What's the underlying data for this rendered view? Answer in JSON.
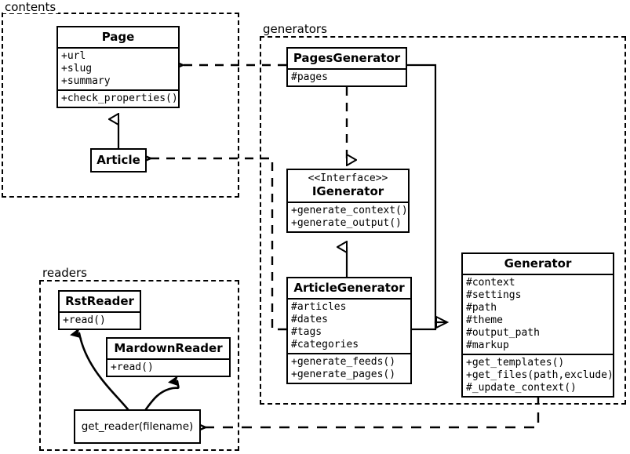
{
  "diagram": {
    "title": "Pelican architecture UML class diagram",
    "stroke_color": "#000000",
    "background_color": "#ffffff"
  },
  "packages": [
    {
      "name": "contents",
      "label": "contents"
    },
    {
      "name": "generators",
      "label": "generators"
    },
    {
      "name": "readers",
      "label": "readers"
    }
  ],
  "classes": {
    "page": {
      "name": "Page",
      "attributes": [
        "+url",
        "+slug",
        "+summary"
      ],
      "operations": [
        "+check_properties()"
      ]
    },
    "article": {
      "name": "Article",
      "attributes": [],
      "operations": []
    },
    "pages_generator": {
      "name": "PagesGenerator",
      "attributes": [
        "#pages"
      ],
      "operations": []
    },
    "igenerator": {
      "stereotype": "<<Interface>>",
      "name": "IGenerator",
      "attributes": [],
      "operations": [
        "+generate_context()",
        "+generate_output()"
      ]
    },
    "article_generator": {
      "name": "ArticleGenerator",
      "attributes": [
        "#articles",
        "#dates",
        "#tags",
        "#categories"
      ],
      "operations": [
        "+generate_feeds()",
        "+generate_pages()"
      ]
    },
    "generator": {
      "name": "Generator",
      "attributes": [
        "#context",
        "#settings",
        "#path",
        "#theme",
        "#output_path",
        "#markup"
      ],
      "operations": [
        "+get_templates()",
        "+get_files(path,exclude)",
        "#_update_context()"
      ]
    },
    "rst_reader": {
      "name": "RstReader",
      "attributes": [],
      "operations": [
        "+read()"
      ]
    },
    "mardown_reader": {
      "name": "MardownReader",
      "attributes": [],
      "operations": [
        "+read()"
      ]
    },
    "get_reader": {
      "name": "get_reader(filename)"
    }
  },
  "relations": [
    {
      "name": "article-inherits-page",
      "type": "generalization",
      "from": "Article",
      "to": "Page"
    },
    {
      "name": "pagesgenerator-realizes-igenerator",
      "type": "realization",
      "from": "PagesGenerator",
      "to": "IGenerator"
    },
    {
      "name": "articlegenerator-inherits-igenerator",
      "type": "generalization",
      "from": "ArticleGenerator",
      "to": "IGenerator"
    },
    {
      "name": "pagesgenerator-aggregates-generator",
      "type": "aggregation",
      "from": "PagesGenerator",
      "to": "Generator"
    },
    {
      "name": "articlegenerator-aggregates-generator",
      "type": "aggregation",
      "from": "ArticleGenerator",
      "to": "Generator"
    },
    {
      "name": "pagesgenerator-depends-page",
      "type": "dependency",
      "from": "PagesGenerator",
      "to": "Page"
    },
    {
      "name": "articlegenerator-depends-article",
      "type": "dependency",
      "from": "ArticleGenerator",
      "to": "Article"
    },
    {
      "name": "generator-depends-getreader",
      "type": "dependency",
      "from": "Generator",
      "to": "get_reader(filename)"
    },
    {
      "name": "getreader-returns-rstreader",
      "type": "return",
      "from": "get_reader(filename)",
      "to": "RstReader"
    },
    {
      "name": "getreader-returns-mardownreader",
      "type": "return",
      "from": "get_reader(filename)",
      "to": "MardownReader"
    }
  ]
}
